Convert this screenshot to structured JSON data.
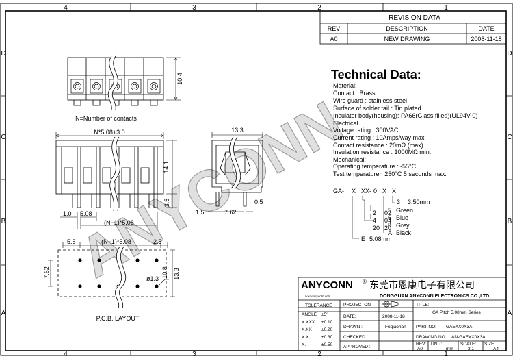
{
  "border": {
    "columns": [
      "4",
      "3",
      "2",
      "1"
    ],
    "rows": [
      "D",
      "C",
      "B",
      "A"
    ]
  },
  "revision": {
    "title": "REVISION DATA",
    "headers": [
      "REV",
      "DESCRIPTION",
      "DATE"
    ],
    "row": [
      "A0",
      "NEW DRAWING",
      "2008-11-18"
    ]
  },
  "views": {
    "top_caption": "N=Number of contacts",
    "pcb_caption": "P.C.B. LAYOUT"
  },
  "dimensions": {
    "d1": "10.4",
    "d2": "N*5.08+3.0",
    "d3": "14.1",
    "d4": "3.5",
    "d5": "1.0",
    "d6": "5.08",
    "d7": "(N−1)*5.08",
    "d8": "13.3",
    "d9": "1.5",
    "d10": "7.62",
    "d11": "0.5",
    "d12": "5.5",
    "d13": "(N−1)*5.08",
    "d14": "2.5",
    "d15": "7.62",
    "d16": "ø1.3",
    "d17": "10.8",
    "d18": "13.3"
  },
  "tech": {
    "title": "Technical Data:",
    "lines": [
      "Material:",
      "Contact :  Brass",
      "Wire guard :  stainless steel",
      "Surface of solder tail :  Tin plated",
      "Insulator body(housing):   PA66(Glass filled)(UL94V-0)",
      "Electrical",
      "Voltage rating :   300VAC",
      "Current rating :   10Amps/way max",
      "Contact resistance :  20mΩ (max)",
      "Insulation resistance :  1000MΩ min.",
      "Mechanical:",
      "Operating temperature : -55°C",
      "Test temperature= 250°C 5 seconds max."
    ]
  },
  "part_code": {
    "code": [
      "GA-",
      "X",
      "XX-",
      "0",
      "X",
      "X"
    ],
    "c3": "3",
    "c3_desc": "3.50mm",
    "colors": [
      {
        "code": "5",
        "name": "Green"
      },
      {
        "code": "6",
        "name": "Blue"
      },
      {
        "code": "8",
        "name": "Grey"
      },
      {
        "code": "A",
        "name": "Black"
      }
    ],
    "counts": [
      [
        "2",
        "02"
      ],
      [
        "4",
        "04"
      ],
      [
        "20",
        "20"
      ]
    ],
    "e": "E",
    "e_desc": "5.08mm"
  },
  "title_block": {
    "company": "ANYCONN",
    "reg": "®",
    "chinese": "东莞市恩康电子有限公司",
    "website": "www.anycom.com",
    "company_en": "DONGGUAN  ANYCONN  ELECTRONICS  CO.,LTD",
    "tolerance_label": "TOLERANCE",
    "tolerances": [
      [
        "ANGLE",
        "±5°"
      ],
      [
        "X.XXX",
        "±0.10"
      ],
      [
        "X.XX",
        "±0.20"
      ],
      [
        "X.X",
        "±0.30"
      ],
      [
        "X.",
        "±0.50"
      ]
    ],
    "projection": "PROJECTON",
    "date_label": "DATE:",
    "date": "2008-11-18",
    "drawn_label": "DRAWN :",
    "drawn": "Fuqiaohan",
    "checked_label": "CHECKED :",
    "approved_label": "APPROVED :",
    "title_label": "TITLE:",
    "title": "GA Pitch 5.08mm  Series",
    "part_no_label": "PART NO:",
    "part_no": "GAEXX0X3A",
    "drawing_no_label": "DRAWING NO:",
    "drawing_no": "AN-GAEXX0X3A",
    "rev_label": "REV:",
    "rev": "A0",
    "unit_label": "UNIT:",
    "unit": "mm",
    "scale_label": "SCALE:",
    "scale": "3:1",
    "size_label": "SIZE:",
    "size": "A4"
  },
  "watermark": "ANYCONN"
}
